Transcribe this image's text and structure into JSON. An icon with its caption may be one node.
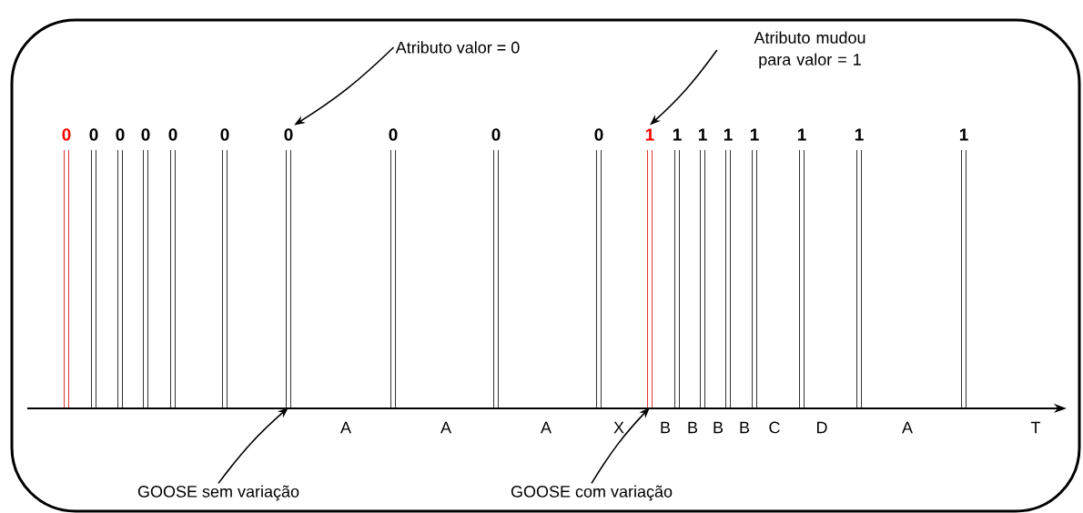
{
  "diagram": {
    "nodes": [
      {
        "text": [
          "Atributo valor = 0"
        ]
      },
      {
        "text": [
          "Atributo mudou para valor = 1"
        ]
      },
      {
        "text": [
          "0"
        ]
      },
      {
        "text": [
          "0"
        ]
      },
      {
        "text": [
          "0"
        ]
      },
      {
        "text": [
          "0"
        ]
      },
      {
        "text": [
          "0"
        ]
      },
      {
        "text": [
          "0"
        ]
      },
      {
        "text": [
          "0"
        ]
      },
      {
        "text": [
          "0"
        ]
      },
      {
        "text": [
          "0"
        ]
      },
      {
        "text": [
          "0"
        ]
      },
      {
        "text": [
          "1"
        ]
      },
      {
        "text": [
          "1"
        ]
      },
      {
        "text": [
          "1"
        ]
      },
      {
        "text": [
          "1"
        ]
      },
      {
        "text": [
          "1"
        ]
      },
      {
        "text": [
          "1"
        ]
      },
      {
        "text": [
          "1"
        ]
      },
      {
        "text": [
          "1"
        ]
      },
      {
        "text": [
          "GOOSE sem variação"
        ]
      },
      {
        "text": [
          "GOOSE com variação"
        ]
      }
    ],
    "edges": [
      {
        "from": 0,
        "to": 8,
        "arrow": "to"
      },
      {
        "from": 1,
        "to": 12,
        "arrow": "to"
      },
      {
        "from": 20,
        "to": 8,
        "arrow": "to"
      },
      {
        "from": 21,
        "to": 12,
        "arrow": "to"
      }
    ],
    "labels": [
      "A",
      "A",
      "A",
      "X",
      "B",
      "B",
      "B",
      "B",
      "C",
      "D",
      "A",
      "T"
    ]
  }
}
